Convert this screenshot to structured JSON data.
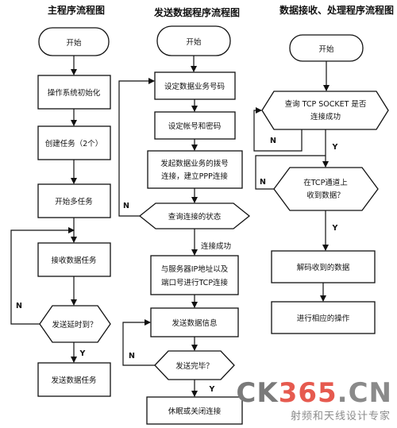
{
  "titles": {
    "main": "主程序流程图",
    "send": "发送数据程序流程图",
    "recv": "数据接收、处理程序流程图"
  },
  "main_flow": {
    "start": "开始",
    "init_os": "操作系统初始化",
    "create_tasks": "创建任务（2个）",
    "start_multitask": "开始多任务",
    "recv_task": "接收数据任务",
    "send_delay": "发送延时到？",
    "send_task": "发送数据任务"
  },
  "send_flow": {
    "start": "开始",
    "set_service_no": "设定数据业务号码",
    "set_account": "设定帐号和密码",
    "dial_line1": "发起数据业务的拨号",
    "dial_line2": "连接，建立PPP连接",
    "query_state": "查询连接的状态",
    "conn_success": "连接成功",
    "tcp_line1": "与服务器IP地址以及",
    "tcp_line2": "端口号进行TCP连接",
    "send_info": "发送数据信息",
    "send_done": "发送完毕？",
    "sleep_close": "休眠或关闭连接"
  },
  "recv_flow": {
    "start": "开始",
    "query_line1": "查询 TCP SOCKET 是否",
    "query_line2": "连接成功",
    "tcp_recv_line1": "在TCP通道上",
    "tcp_recv_line2": "收到数据？",
    "decode": "解码收到的数据",
    "operate": "进行相应的操作"
  },
  "labels": {
    "yes": "Y",
    "no": "N"
  },
  "watermark": {
    "brand_part1": "CK",
    "brand_part2": "365",
    "brand_part3": ".CN",
    "tagline": "射频和天线设计专家"
  }
}
